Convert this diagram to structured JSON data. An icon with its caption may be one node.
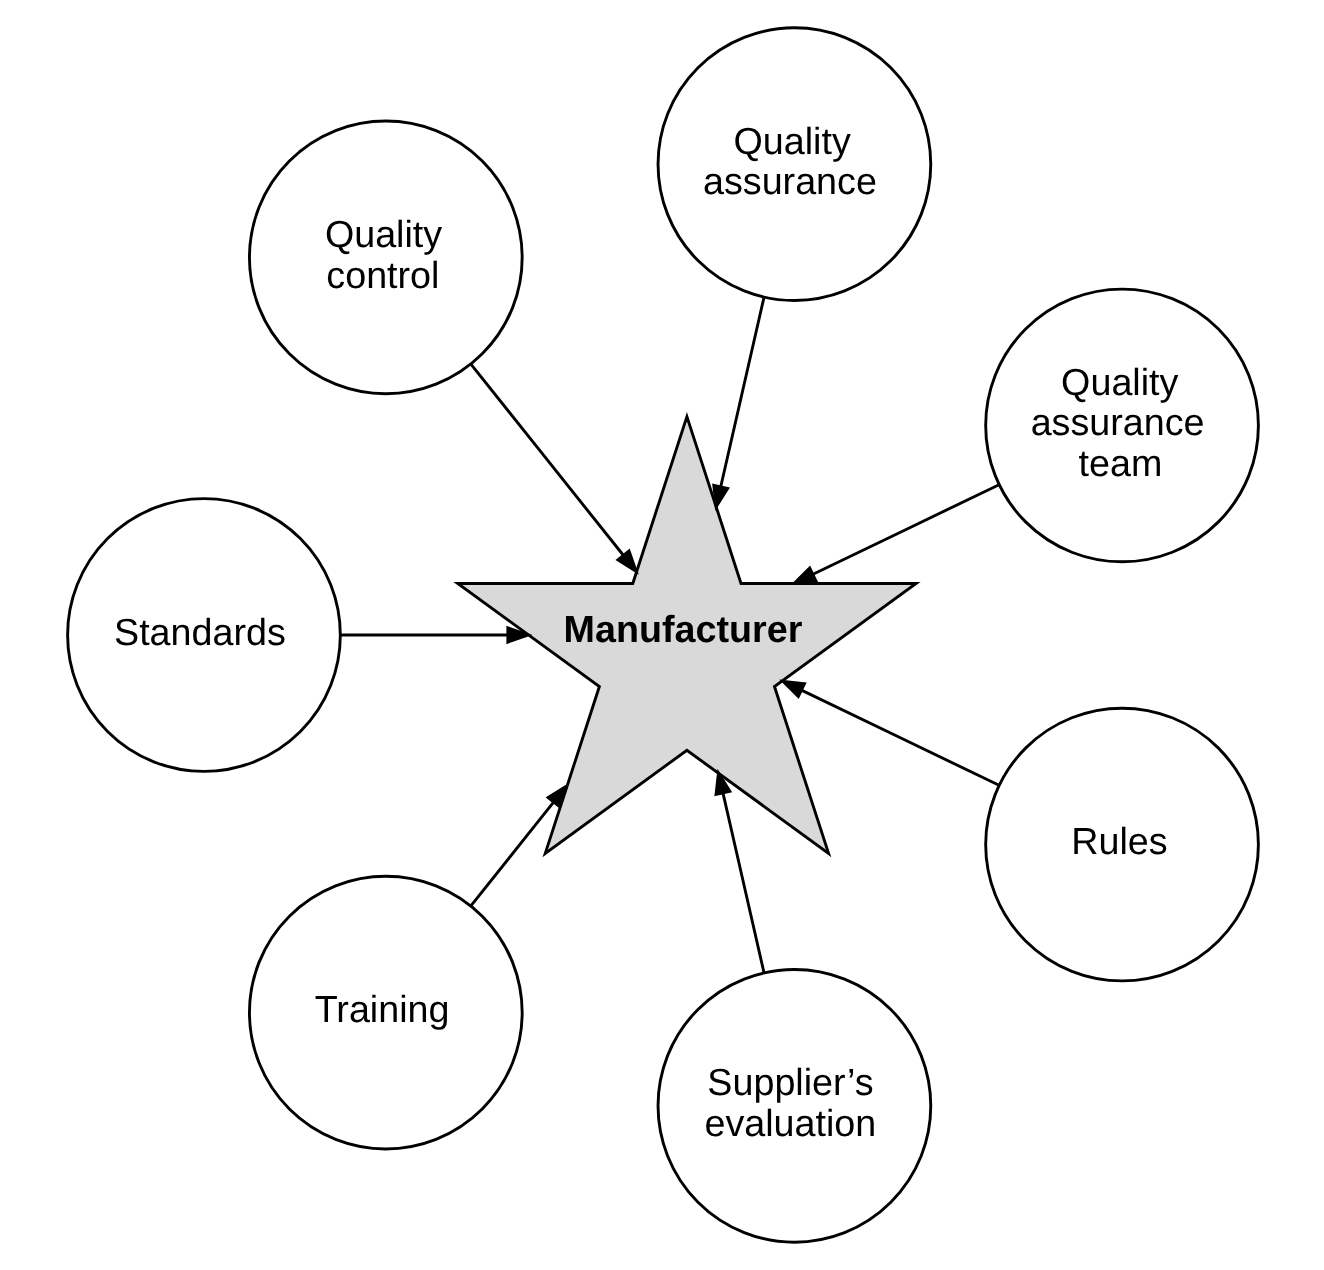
{
  "diagram": {
    "nodes": [
      {
        "text": [
          "Quality assurance team"
        ]
      },
      {
        "text": [
          "Quality assurance"
        ]
      },
      {
        "text": [
          "Quality control"
        ]
      },
      {
        "text": [
          "Manufacturer"
        ]
      },
      {
        "text": [
          "Standards"
        ]
      },
      {
        "text": [
          "Training"
        ]
      },
      {
        "text": [
          "Supplier’s evaluation"
        ]
      },
      {
        "text": [
          "Rules"
        ]
      }
    ],
    "edges": [
      {
        "from": 0,
        "to": 3,
        "arrow": "to"
      },
      {
        "from": 1,
        "to": 3,
        "arrow": "to"
      },
      {
        "from": 2,
        "to": 3,
        "arrow": "to"
      },
      {
        "from": 4,
        "to": 3,
        "arrow": "to"
      },
      {
        "from": 5,
        "to": 3,
        "arrow": "to"
      },
      {
        "from": 6,
        "to": 3,
        "arrow": "to"
      },
      {
        "from": 7,
        "to": 3,
        "arrow": "to"
      }
    ]
  }
}
